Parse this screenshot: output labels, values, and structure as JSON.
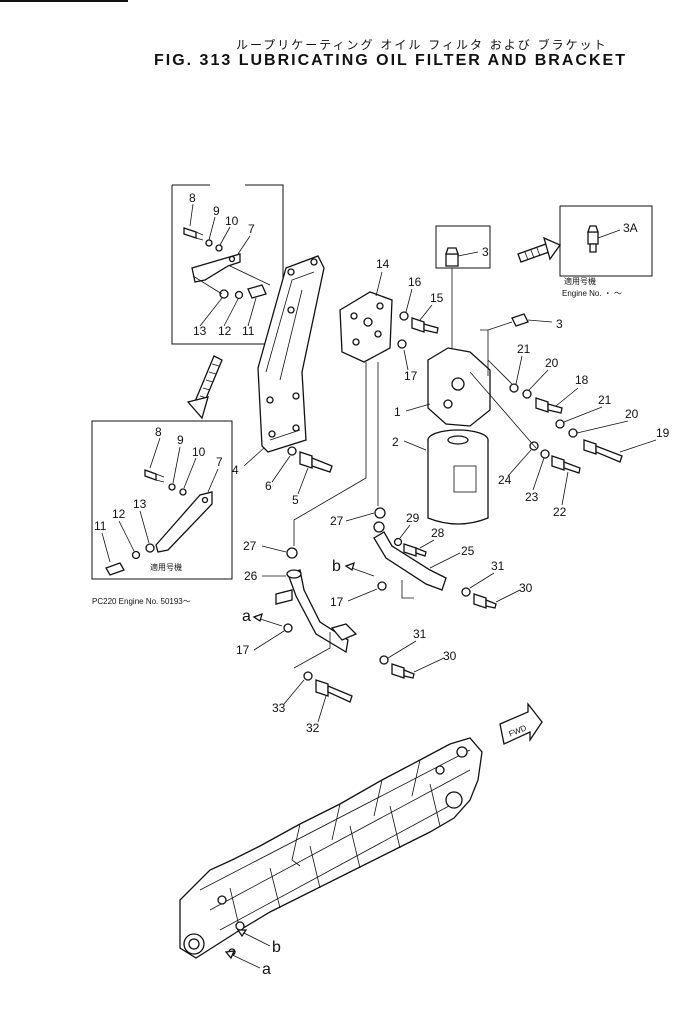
{
  "header": {
    "title_jp": "ループリケーティング オイル フィルタ および ブラケット",
    "title_en": "FIG. 313  LUBRICATING OIL FILTER AND BRACKET"
  },
  "callouts": {
    "c1": "1",
    "c2": "2",
    "c3a": "3",
    "c3b": "3",
    "c3A": "3A",
    "c4": "4",
    "c5": "5",
    "c6": "6",
    "c7a": "7",
    "c8a": "8",
    "c9a": "9",
    "c10a": "10",
    "c11a": "11",
    "c12a": "12",
    "c13a": "13",
    "c7b": "7",
    "c8b": "8",
    "c9b": "9",
    "c10b": "10",
    "c11b": "11",
    "c12b": "12",
    "c13b": "13",
    "c14": "14",
    "c15": "15",
    "c16": "16",
    "c17a": "17",
    "c17b": "17",
    "c17c": "17",
    "c18": "18",
    "c19": "19",
    "c20a": "20",
    "c20b": "20",
    "c21a": "21",
    "c21b": "21",
    "c22": "22",
    "c23": "23",
    "c24": "24",
    "c25": "25",
    "c26": "26",
    "c27a": "27",
    "c27b": "27",
    "c28": "28",
    "c29": "29",
    "c30a": "30",
    "c30b": "30",
    "c31a": "31",
    "c31b": "31",
    "c32": "32",
    "c33": "33"
  },
  "letters": {
    "a1": "a",
    "a2": "a",
    "b1": "b",
    "b2": "b"
  },
  "notes": {
    "inset_top_right_jp": "適用号機",
    "inset_top_right_en": "Engine No.   ・ ～",
    "inset_left_jp": "適用号機",
    "inset_left_en": "PC220  Engine No. 50193～",
    "fwd": "FWD"
  }
}
